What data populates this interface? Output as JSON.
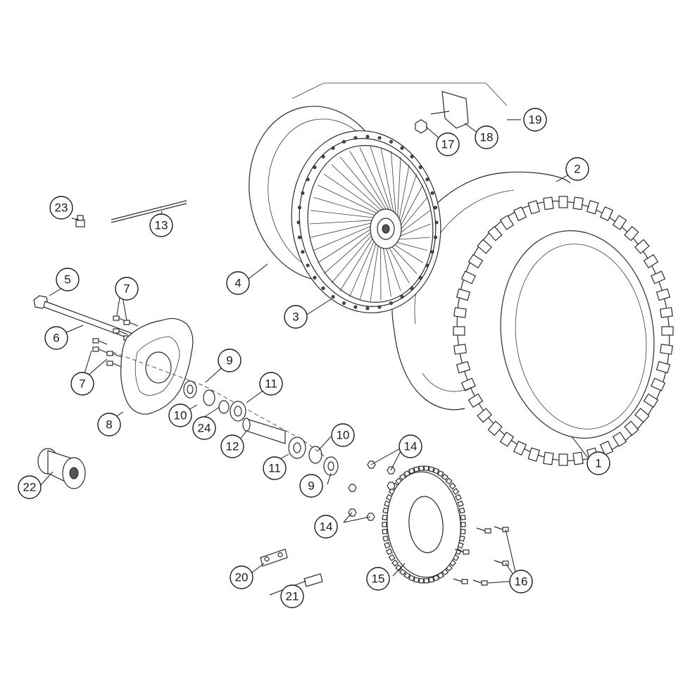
{
  "callouts": [
    {
      "label": "1"
    },
    {
      "label": "2"
    },
    {
      "label": "3"
    },
    {
      "label": "4"
    },
    {
      "label": "5"
    },
    {
      "label": "6"
    },
    {
      "label": "7"
    },
    {
      "label": "7"
    },
    {
      "label": "8"
    },
    {
      "label": "9"
    },
    {
      "label": "9"
    },
    {
      "label": "10"
    },
    {
      "label": "10"
    },
    {
      "label": "11"
    },
    {
      "label": "11"
    },
    {
      "label": "12"
    },
    {
      "label": "13"
    },
    {
      "label": "14"
    },
    {
      "label": "14"
    },
    {
      "label": "15"
    },
    {
      "label": "16"
    },
    {
      "label": "17"
    },
    {
      "label": "18"
    },
    {
      "label": "19"
    },
    {
      "label": "20"
    },
    {
      "label": "21"
    },
    {
      "label": "22"
    },
    {
      "label": "23"
    },
    {
      "label": "24"
    }
  ]
}
